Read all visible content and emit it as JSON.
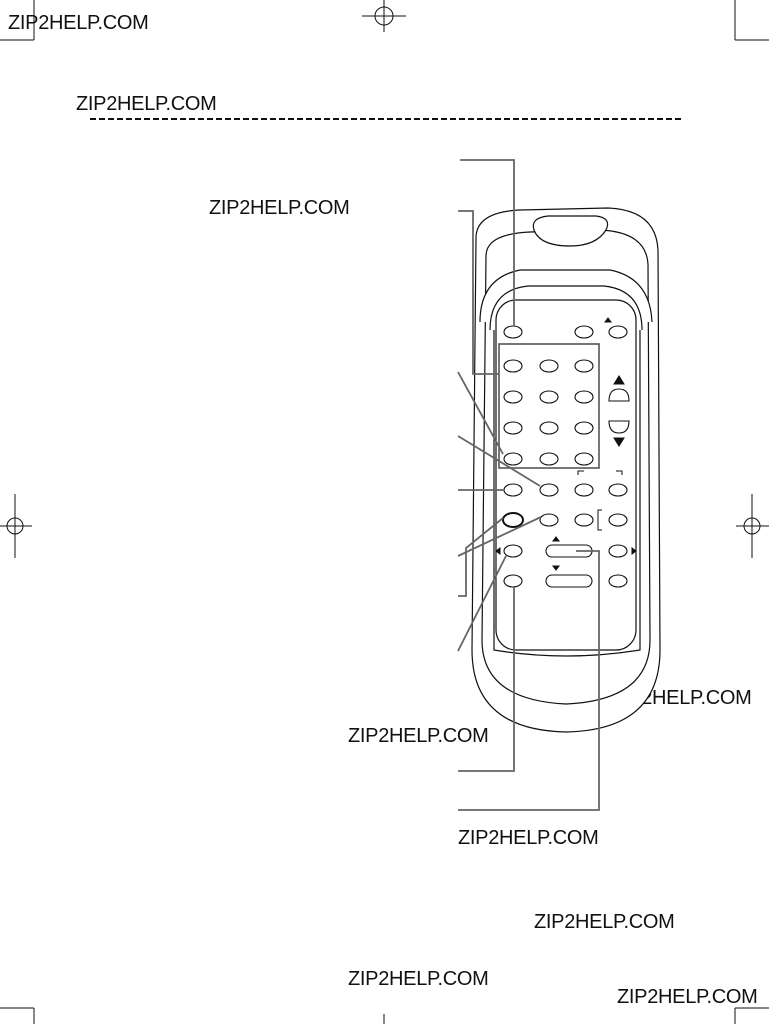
{
  "watermarks": [
    "ZIP2HELP.COM",
    "ZIP2HELP.COM",
    "ZIP2HELP.COM",
    "ZIP2HELP.COM",
    "ZIP2HELP.COM",
    "ZIP2HELP.COM",
    "ZIP2HELP.COM",
    "ZIP2HELP.COM",
    "ZIP2HELP.COM"
  ],
  "colors": {
    "line": "#111111",
    "leader": "#666666",
    "paper": "#ffffff"
  },
  "icons": {
    "registration": "crosshair-registration-mark",
    "eject": "eject-arrow-icon",
    "up": "up-triangle-icon",
    "down": "down-triangle-icon",
    "left": "left-arrow-icon",
    "right": "right-arrow-icon"
  }
}
